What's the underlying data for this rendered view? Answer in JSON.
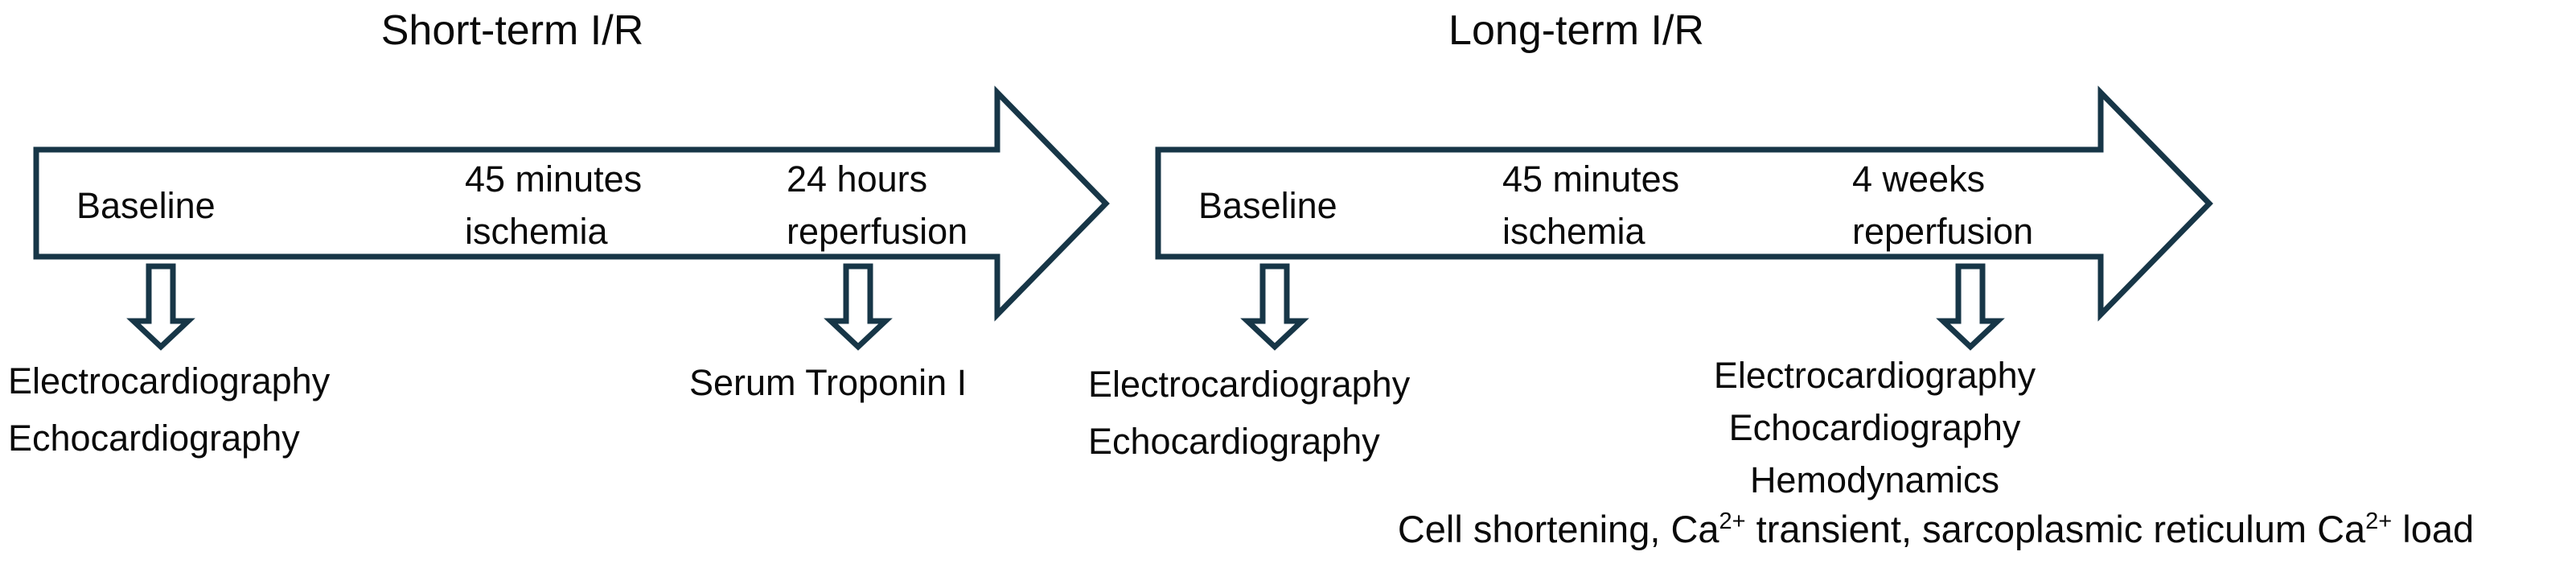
{
  "colors": {
    "arrow_outline": "#173647",
    "arrow_fill": "#ffffff",
    "text": "#0a0a0a"
  },
  "short_term": {
    "title": "Short-term I/R",
    "timeline": {
      "baseline_label": "Baseline",
      "ischemia_line1": "45 minutes",
      "ischemia_line2": "ischemia",
      "reperfusion_line1": "24 hours",
      "reperfusion_line2": "reperfusion"
    },
    "baseline_measurements": [
      "Electrocardiography",
      "Echocardiography"
    ],
    "reperfusion_measurements": [
      "Serum Troponin I"
    ]
  },
  "long_term": {
    "title": "Long-term I/R",
    "timeline": {
      "baseline_label": "Baseline",
      "ischemia_line1": "45 minutes",
      "ischemia_line2": "ischemia",
      "reperfusion_line1": "4 weeks",
      "reperfusion_line2": "reperfusion"
    },
    "baseline_measurements": [
      "Electrocardiography",
      "Echocardiography"
    ],
    "reperfusion_measurements": [
      "Electrocardiography",
      "Echocardiography",
      "Hemodynamics"
    ],
    "cellular_measurements": {
      "segments": [
        {
          "text": "Cell shortening, Ca"
        },
        {
          "text": "2+",
          "sup": true
        },
        {
          "text": " transient, sarcoplasmic reticulum Ca"
        },
        {
          "text": "2+",
          "sup": true
        },
        {
          "text": " load"
        }
      ]
    }
  }
}
